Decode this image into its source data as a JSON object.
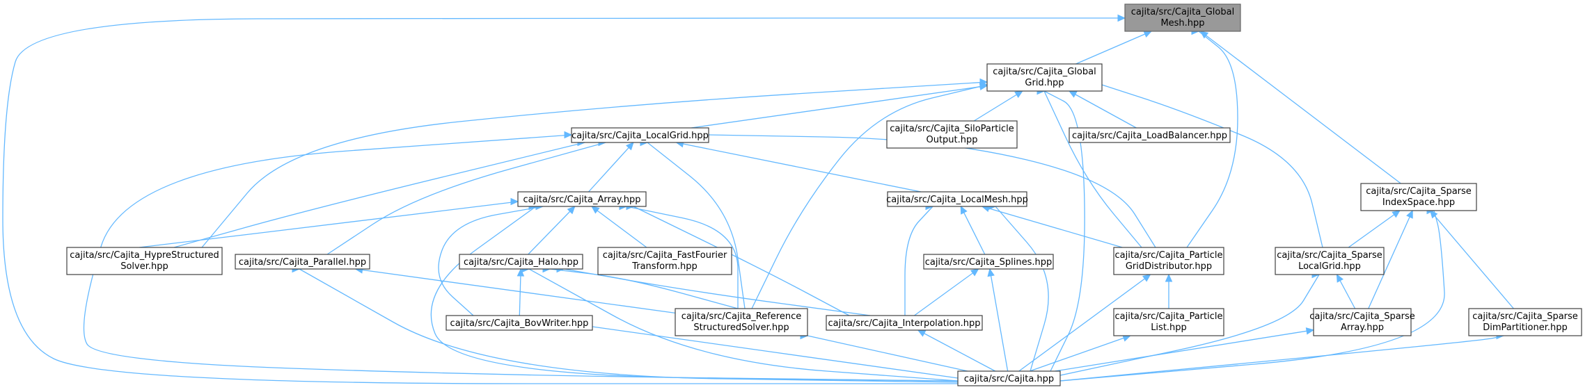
{
  "nodes": [
    {
      "id": "globalmesh",
      "lines": [
        "cajita/src/Cajita_Global",
        "Mesh.hpp"
      ],
      "highlight": true
    },
    {
      "id": "globalgrid",
      "lines": [
        "cajita/src/Cajita_Global",
        "Grid.hpp"
      ]
    },
    {
      "id": "silo",
      "lines": [
        "cajita/src/Cajita_SiloParticle",
        "Output.hpp"
      ]
    },
    {
      "id": "loadbalancer",
      "lines": [
        "cajita/src/Cajita_LoadBalancer.hpp"
      ]
    },
    {
      "id": "localgrid",
      "lines": [
        "cajita/src/Cajita_LocalGrid.hpp"
      ]
    },
    {
      "id": "array",
      "lines": [
        "cajita/src/Cajita_Array.hpp"
      ]
    },
    {
      "id": "localmesh",
      "lines": [
        "cajita/src/Cajita_LocalMesh.hpp"
      ]
    },
    {
      "id": "sparseindex",
      "lines": [
        "cajita/src/Cajita_Sparse",
        "IndexSpace.hpp"
      ]
    },
    {
      "id": "hypre",
      "lines": [
        "cajita/src/Cajita_HypreStructured",
        "Solver.hpp"
      ]
    },
    {
      "id": "parallel",
      "lines": [
        "cajita/src/Cajita_Parallel.hpp"
      ]
    },
    {
      "id": "halo",
      "lines": [
        "cajita/src/Cajita_Halo.hpp"
      ]
    },
    {
      "id": "fft",
      "lines": [
        "cajita/src/Cajita_FastFourier",
        "Transform.hpp"
      ]
    },
    {
      "id": "splines",
      "lines": [
        "cajita/src/Cajita_Splines.hpp"
      ]
    },
    {
      "id": "pgd",
      "lines": [
        "cajita/src/Cajita_Particle",
        "GridDistributor.hpp"
      ]
    },
    {
      "id": "sparselocalgrid",
      "lines": [
        "cajita/src/Cajita_Sparse",
        "LocalGrid.hpp"
      ]
    },
    {
      "id": "bovwriter",
      "lines": [
        "cajita/src/Cajita_BovWriter.hpp"
      ]
    },
    {
      "id": "refsolver",
      "lines": [
        "cajita/src/Cajita_Reference",
        "StructuredSolver.hpp"
      ]
    },
    {
      "id": "interpolation",
      "lines": [
        "cajita/src/Cajita_Interpolation.hpp"
      ]
    },
    {
      "id": "particlelist",
      "lines": [
        "cajita/src/Cajita_Particle",
        "List.hpp"
      ]
    },
    {
      "id": "sparsearray",
      "lines": [
        "cajita/src/Cajita_Sparse",
        "Array.hpp"
      ]
    },
    {
      "id": "sparsedim",
      "lines": [
        "cajita/src/Cajita_Sparse",
        "DimPartitioner.hpp"
      ]
    },
    {
      "id": "cajita",
      "lines": [
        "cajita/src/Cajita.hpp"
      ]
    }
  ],
  "edges": [
    [
      "globalgrid",
      "globalmesh"
    ],
    [
      "cajita",
      "globalmesh"
    ],
    [
      "pgd",
      "globalmesh"
    ],
    [
      "sparseindex",
      "globalmesh"
    ],
    [
      "silo",
      "globalgrid"
    ],
    [
      "loadbalancer",
      "globalgrid"
    ],
    [
      "localgrid",
      "globalgrid"
    ],
    [
      "hypre",
      "globalgrid"
    ],
    [
      "refsolver",
      "globalgrid"
    ],
    [
      "pgd",
      "globalgrid"
    ],
    [
      "sparselocalgrid",
      "globalgrid"
    ],
    [
      "cajita",
      "globalgrid"
    ],
    [
      "array",
      "localgrid"
    ],
    [
      "localmesh",
      "localgrid"
    ],
    [
      "hypre",
      "localgrid"
    ],
    [
      "parallel",
      "localgrid"
    ],
    [
      "refsolver",
      "localgrid"
    ],
    [
      "pgd",
      "localgrid"
    ],
    [
      "cajita",
      "localgrid"
    ],
    [
      "hypre",
      "array"
    ],
    [
      "halo",
      "array"
    ],
    [
      "fft",
      "array"
    ],
    [
      "bovwriter",
      "array"
    ],
    [
      "refsolver",
      "array"
    ],
    [
      "interpolation",
      "array"
    ],
    [
      "cajita",
      "array"
    ],
    [
      "splines",
      "localmesh"
    ],
    [
      "pgd",
      "localmesh"
    ],
    [
      "interpolation",
      "localmesh"
    ],
    [
      "cajita",
      "localmesh"
    ],
    [
      "sparselocalgrid",
      "sparseindex"
    ],
    [
      "sparsearray",
      "sparseindex"
    ],
    [
      "sparsedim",
      "sparseindex"
    ],
    [
      "cajita",
      "sparseindex"
    ],
    [
      "refsolver",
      "parallel"
    ],
    [
      "cajita",
      "parallel"
    ],
    [
      "bovwriter",
      "halo"
    ],
    [
      "refsolver",
      "halo"
    ],
    [
      "interpolation",
      "halo"
    ],
    [
      "cajita",
      "halo"
    ],
    [
      "interpolation",
      "splines"
    ],
    [
      "cajita",
      "splines"
    ],
    [
      "particlelist",
      "pgd"
    ],
    [
      "cajita",
      "pgd"
    ],
    [
      "sparsearray",
      "sparselocalgrid"
    ],
    [
      "cajita",
      "sparselocalgrid"
    ],
    [
      "cajita",
      "bovwriter"
    ],
    [
      "cajita",
      "refsolver"
    ],
    [
      "cajita",
      "interpolation"
    ],
    [
      "cajita",
      "particlelist"
    ],
    [
      "cajita",
      "sparsearray"
    ],
    [
      "cajita",
      "sparsedim"
    ]
  ]
}
